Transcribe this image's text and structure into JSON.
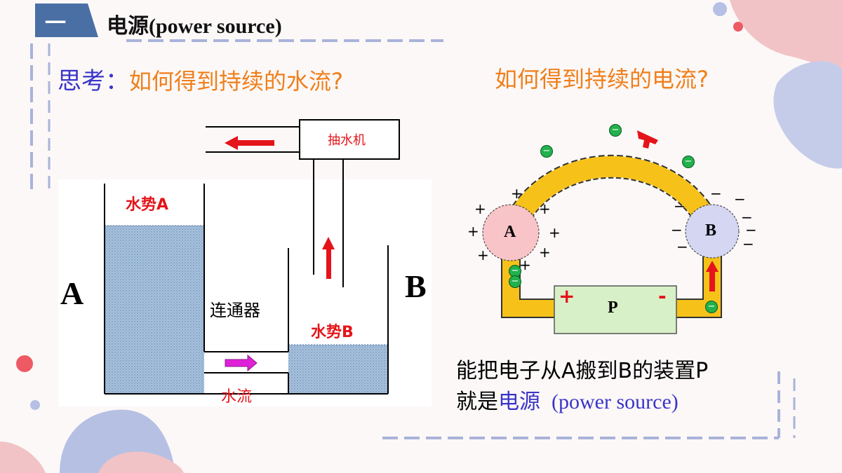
{
  "section": {
    "number": "一",
    "title": "电源(power source)"
  },
  "question_left": {
    "prefix": "思考：",
    "text": "如何得到持续的水流?"
  },
  "question_right": {
    "text": "如何得到持续的电流?"
  },
  "water_diagram": {
    "pump_label": "抽水机",
    "vessel_a_level_label": "水势A",
    "vessel_b_level_label": "水势B",
    "vessel_a_label": "A",
    "vessel_b_label": "B",
    "connector_label": "连通器",
    "flow_label": "水流"
  },
  "circuit_diagram": {
    "sphere_a_label": "A",
    "sphere_b_label": "B",
    "device_label": "P",
    "device_plus": "+",
    "device_minus": "-",
    "charge_plus": "+",
    "charge_minus": "−",
    "electron_symbol": "−"
  },
  "caption": {
    "line1": "能把电子从A搬到B的装置P",
    "line2_prefix": "就是",
    "line2_highlight": "电源",
    "line2_english": "(power source)"
  },
  "colors": {
    "title_bar": "#4a6fa5",
    "orange": "#f07f1a",
    "blue_text": "#3a34c8",
    "red": "#e4141a",
    "wire": "#f6c21a",
    "water": "#a8c2dd",
    "device": "#d8f0c8",
    "electron": "#22b14c"
  }
}
